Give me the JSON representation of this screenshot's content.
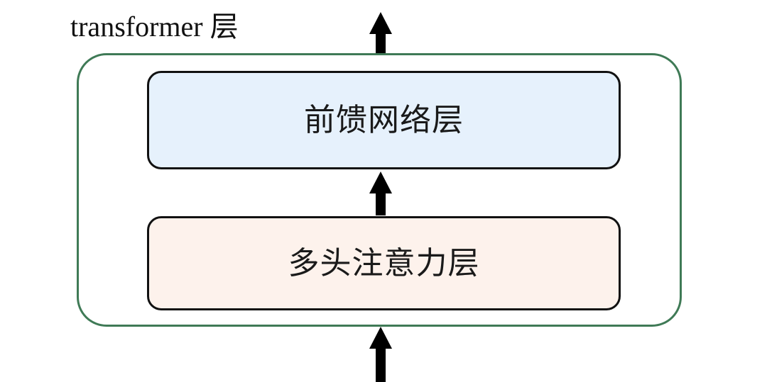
{
  "diagram": {
    "title": "transformer 层",
    "background_color": "#ffffff",
    "container": {
      "name": "transformer-layer-container",
      "border_color": "#3f7a56",
      "fill_color": "#ffffff"
    },
    "blocks": [
      {
        "id": "ffn",
        "label": "前馈网络层",
        "fill_color": "#e6f1fc",
        "border_color": "#111111"
      },
      {
        "id": "attention",
        "label": "多头注意力层",
        "fill_color": "#fdf2ec",
        "border_color": "#111111"
      }
    ],
    "arrows": [
      {
        "id": "input-arrow",
        "direction": "up",
        "color": "#000000"
      },
      {
        "id": "middle-arrow",
        "direction": "up",
        "color": "#000000"
      },
      {
        "id": "output-arrow",
        "direction": "up",
        "color": "#000000"
      }
    ]
  }
}
